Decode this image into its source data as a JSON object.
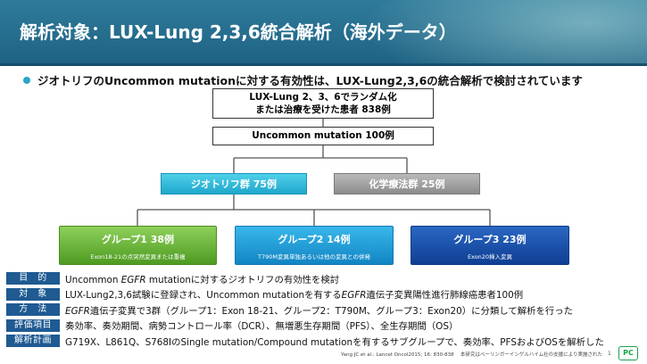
{
  "header": {
    "title": "解析対象：LUX-Lung 2,3,6統合解析（海外データ）"
  },
  "lead": {
    "text": "ジオトリフのUncommon mutationに対する有効性は、LUX-Lung2,3,6の統合解析で検討されています"
  },
  "flow": {
    "top_line1": "LUX-Lung 2、3、6でランダム化",
    "top_line2": "または治療を受けた患者  838例",
    "mid": "Uncommon mutation  100例",
    "arm_a": "ジオトリフ群  75例",
    "arm_b": "化学療法群  25例",
    "groups": [
      {
        "title": "グループ1  38例",
        "sub": "Exon18-21の点突然変異または重複"
      },
      {
        "title": "グループ2  14例",
        "sub": "T790M変異単独あるいは他の変異との併発"
      },
      {
        "title": "グループ3  23例",
        "sub": "Exon20挿入変異"
      }
    ]
  },
  "rows": [
    {
      "label": "目　的",
      "pre": "Uncommon ",
      "em": "EGFR",
      "post": " mutationに対するジオトリフの有効性を検討"
    },
    {
      "label": "対　象",
      "pre": "LUX-Lung2,3,6試験に登録され、Uncommon mutationを有する",
      "em": "EGFR",
      "post": "遺伝子変異陽性進行肺線癌患者100例"
    },
    {
      "label": "方　法",
      "pre": "",
      "em": "EGFR",
      "post": "遺伝子変異で3群（グループ1：Exon 18-21、グループ2：T790M、グループ3：Exon20）に分類して解析を行った"
    },
    {
      "label": "評価項目",
      "pre": "奏効率、奏効期間、病勢コントロール率（DCR）、無増悪生存期間（PFS）、全生存期間（OS）",
      "em": "",
      "post": ""
    },
    {
      "label": "解析計画",
      "pre": "G719X、L861Q、S768IのSingle mutation/Compound mutationを有するサブグループで、奏効率、PFSおよびOSを解析した",
      "em": "",
      "post": ""
    }
  ],
  "footer": {
    "citation": "Yang JC et al.: Lancet Oncol2015; 16: 830-838　 本研究はベーリンガーインゲルハイム社の支援により実施された",
    "page": "1",
    "logo_text": "PC"
  },
  "colors": {
    "header": "#1e6283",
    "label_bg": "#1f5a92",
    "arm_a": "#1fa7cc",
    "arm_b": "#8c8c8c",
    "group1": "#4e9b22",
    "group2": "#1285c4",
    "group3": "#0f3f93"
  }
}
